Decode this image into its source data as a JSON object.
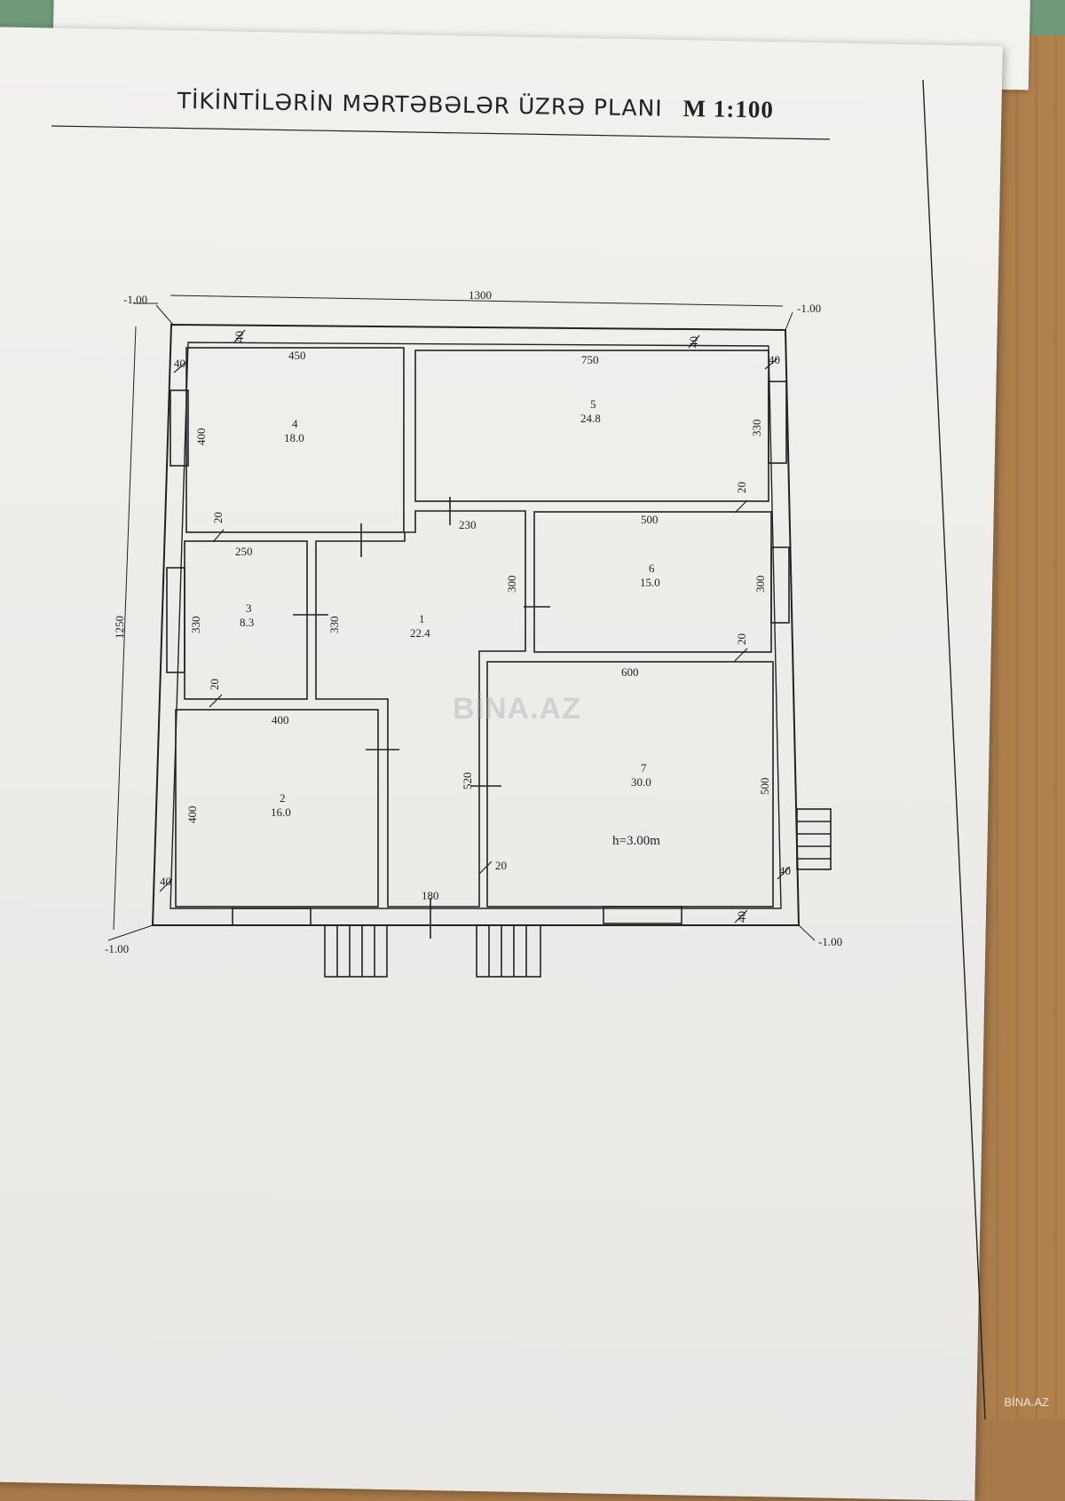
{
  "title": {
    "text": "TİKİNTİLƏRİN MƏRTƏBƏLƏR ÜZRƏ PLANI",
    "scale": "M 1:100"
  },
  "levels": {
    "top_left": "-1.00",
    "top_right": "-1.00",
    "bottom_left": "-1.00",
    "bottom_right": "-1.00"
  },
  "overall": {
    "width": "1300",
    "height": "1250"
  },
  "rooms": [
    {
      "number": "4",
      "area": "18.0",
      "width": "450",
      "height": "400"
    },
    {
      "number": "5",
      "area": "24.8",
      "width": "750",
      "height": "330"
    },
    {
      "number": "3",
      "area": "8.3",
      "width": "250",
      "height": "330"
    },
    {
      "number": "1",
      "area": "22.4",
      "width": "230",
      "height_a": "330",
      "height_b": "300",
      "height_c": "520",
      "width_b": "180"
    },
    {
      "number": "6",
      "area": "15.0",
      "width": "500",
      "height": "300"
    },
    {
      "number": "2",
      "area": "16.0",
      "width": "400",
      "height": "400"
    },
    {
      "number": "7",
      "area": "30.0",
      "width": "600",
      "height": "500"
    }
  ],
  "wall_thicknesses": {
    "outer": "40",
    "inner": "20"
  },
  "ceiling_height": "h=3.00m",
  "watermark": "BİNA.AZ",
  "corner_watermark": "BİNA.AZ"
}
